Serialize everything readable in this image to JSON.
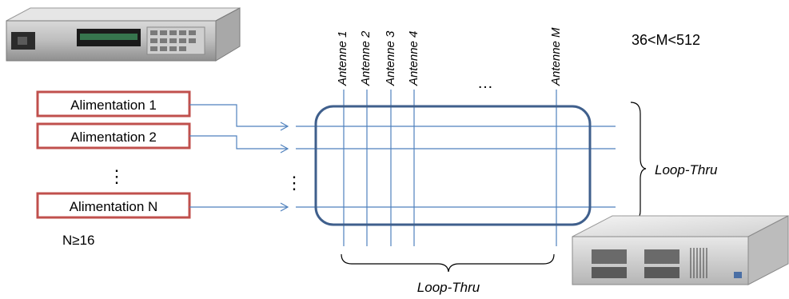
{
  "supplies": {
    "labels": [
      "Alimentation 1",
      "Alimentation 2",
      "Alimentation N"
    ],
    "vertical_ellipsis": "⋮",
    "count_label": "N≥16"
  },
  "antennas": {
    "labels": [
      "Antenne 1",
      "Antenne 2",
      "Antenne 3",
      "Antenne 4",
      "Antenne M"
    ],
    "ellipsis": "…",
    "count_label": "36<M<512"
  },
  "loop_thru": {
    "right_label": "Loop-Thru",
    "bottom_label": "Loop-Thru"
  },
  "matrix": {
    "row_ellipsis": "⋮"
  },
  "colors": {
    "box_border": "#c0504d",
    "line": "#4f81bd",
    "matrix_border": "#3f5f8c",
    "bracket": "#000000"
  },
  "devices": [
    "power-supply-instrument",
    "switch-matrix-device"
  ]
}
